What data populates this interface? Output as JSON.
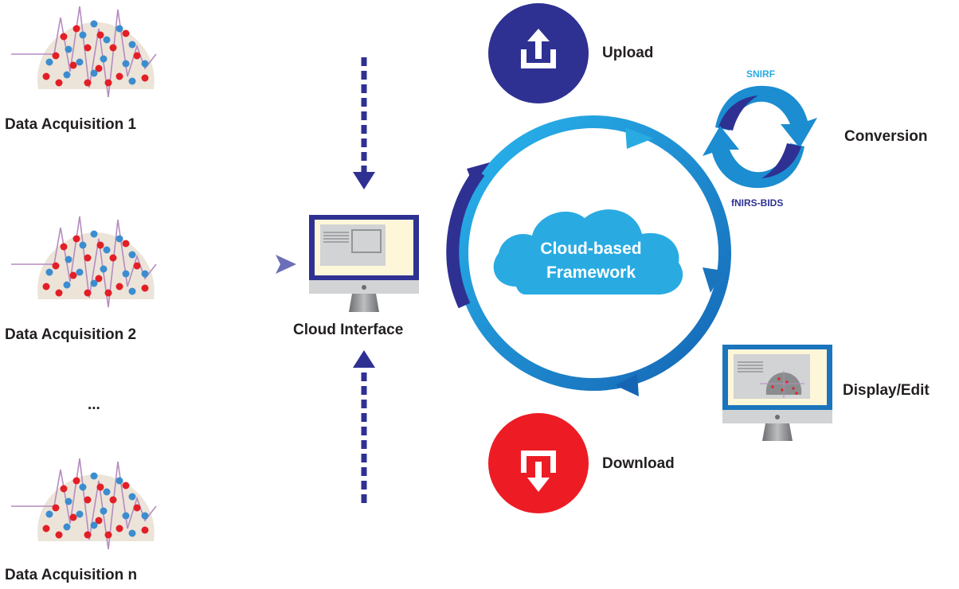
{
  "acquisitions": [
    {
      "label": "Data Acquisition 1"
    },
    {
      "label": "Data Acquisition 2"
    },
    {
      "label": "Data Acquisition n"
    }
  ],
  "ellipsis": "...",
  "cloud_interface": {
    "label": "Cloud Interface"
  },
  "framework": {
    "line1": "Cloud-based",
    "line2": "Framework"
  },
  "upload": {
    "label": "Upload"
  },
  "download": {
    "label": "Download"
  },
  "conversion": {
    "label": "Conversion",
    "format_top": "SNIRF",
    "format_bottom": "fNIRS-BIDS"
  },
  "display": {
    "label": "Display/Edit"
  },
  "colors": {
    "navy": "#2e3192",
    "light_blue": "#29abe2",
    "mid_blue": "#1b75bc",
    "red": "#ed1c24",
    "optode_red": "#e21f26",
    "optode_blue": "#3c8dcf",
    "cap": "#ece4d9",
    "screen_bg": "#fdf6d9"
  }
}
